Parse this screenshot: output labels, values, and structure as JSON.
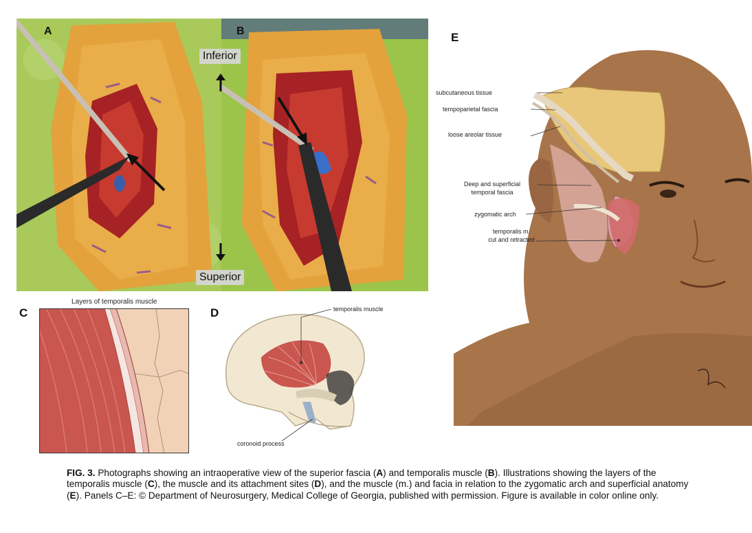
{
  "panels": {
    "a": {
      "letter": "A"
    },
    "b": {
      "letter": "B",
      "inferior_label": "Inferior",
      "superior_label": "Superior"
    },
    "c": {
      "letter": "C",
      "title": "Layers of temporalis muscle"
    },
    "d": {
      "letter": "D",
      "label_muscle": "temporalis muscle",
      "label_coronoid": "coronoid process"
    },
    "e": {
      "letter": "E",
      "labels": {
        "subcutaneous": "subcutaneous tissue",
        "temporoparietal": "tempoparietal fascia",
        "loose_areolar": "loose areolar tissue",
        "deep_sup_1": "Deep and superficial",
        "deep_sup_2": "temporal fascia",
        "zygomatic": "zygomatic arch",
        "temporalis_1": "temporalis m.",
        "temporalis_2": "cut and retracted"
      }
    }
  },
  "caption": {
    "fig": "FIG. 3.",
    "t1": " Photographs showing an intraoperative view of the superior fascia (",
    "A": "A",
    "t2": ") and temporalis muscle (",
    "B": "B",
    "t3": "). Illustrations showing the layers of the temporalis muscle (",
    "C": "C",
    "t4": "), the muscle and its attachment sites (",
    "D": "D",
    "t5": "), and the muscle (m.) and facia in relation to the zygomatic arch and superficial anatomy (",
    "E": "E",
    "t6": "). Panels C–E: © Department of Neurosurgery, Medical College of Georgia, published with permission. Figure is available in color online only."
  },
  "colors": {
    "drape_green": "#8fbf3a",
    "drape_orange": "#e0a53a",
    "tissue_red": "#b8282a",
    "skin": "#a8744a",
    "muscle": "#c9564f"
  }
}
